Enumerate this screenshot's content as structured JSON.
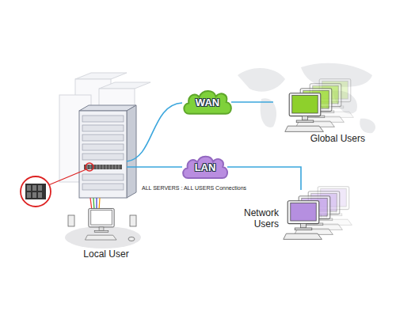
{
  "diagram": {
    "nodes": [
      {
        "text": [
          "WAN"
        ]
      },
      {
        "text": [
          "Global Users"
        ]
      },
      {
        "text": [
          "LAN"
        ]
      },
      {
        "text": [
          "Network Users"
        ]
      },
      {
        "text": [
          "Local User"
        ]
      }
    ],
    "edges": [
      {
        "from": 0,
        "to": 1,
        "arrow": "none"
      },
      {
        "from": 2,
        "to": 3,
        "arrow": "none"
      }
    ],
    "labels": [
      "ALL SERVERS : ALL USERS Connections"
    ]
  }
}
